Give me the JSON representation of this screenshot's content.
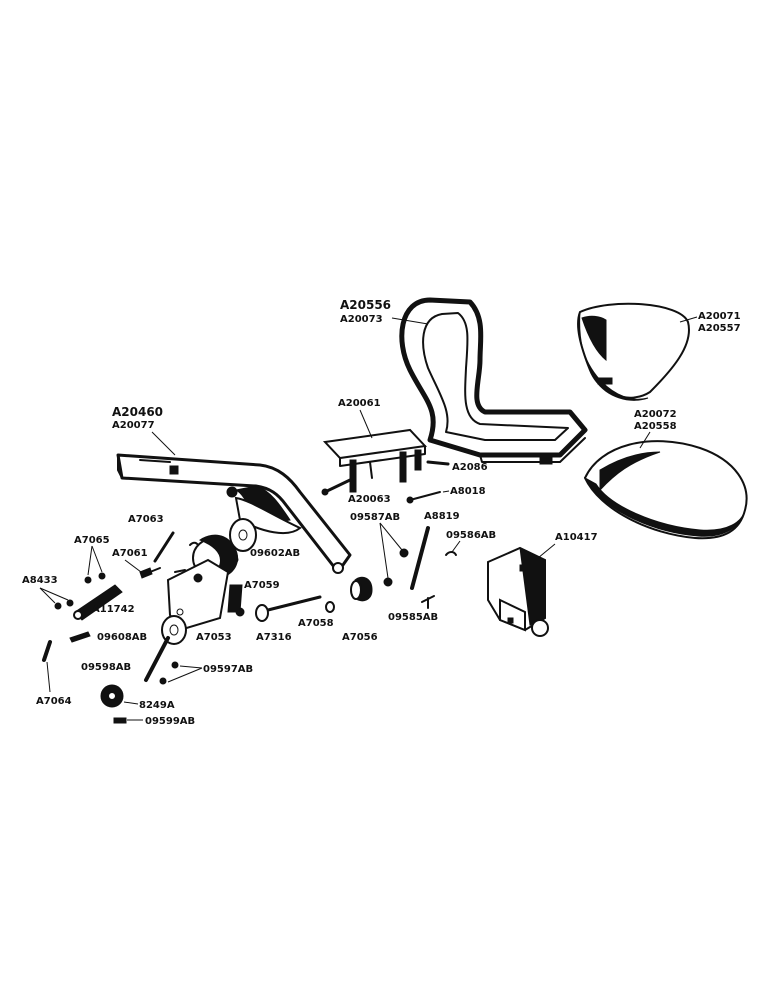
{
  "labels": {
    "seat_frame": [
      "A20556",
      "A20073"
    ],
    "cushion_back": [
      "A20071",
      "A20557"
    ],
    "cushion_seat": [
      "A20072",
      "A20558"
    ],
    "support_bar": [
      "A20460",
      "A20077"
    ],
    "bracket_plate": "A20061",
    "a2086": "A2086",
    "a20063": "A20063",
    "a8018": "A8018",
    "p09587ab": "09587AB",
    "a8819": "A8819",
    "p09586ab": "09586AB",
    "a10417": "A10417",
    "a7063": "A7063",
    "p09602ab": "09602AB",
    "a7065": "A7065",
    "a7061": "A7061",
    "a8433": "A8433",
    "a11742": "A11742",
    "a7059": "A7059",
    "a7053": "A7053",
    "a7316": "A7316",
    "a7058": "A7058",
    "a7056": "A7056",
    "p09585ab": "09585AB",
    "p09608ab": "09608AB",
    "p09598ab": "09598AB",
    "p09597ab": "09597AB",
    "a7064": "A7064",
    "p8249a": "8249A",
    "p09599ab": "09599AB"
  },
  "colors": {
    "ink": "#111111",
    "paper": "#ffffff"
  }
}
